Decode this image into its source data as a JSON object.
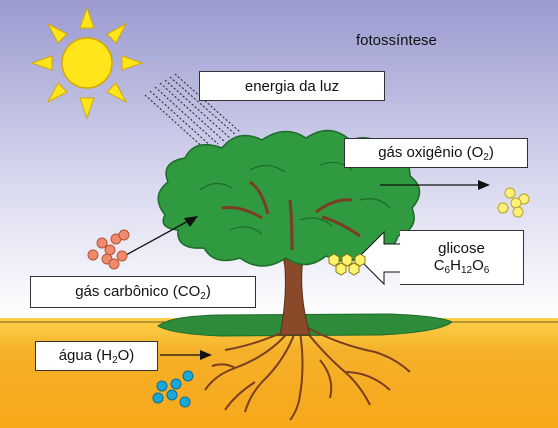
{
  "title": "fotossíntese",
  "labels": {
    "light": "energia da luz",
    "oxygen": {
      "text": "gás oxigênio (O",
      "sub": "2",
      "close": ")"
    },
    "glucose": {
      "line1": "glicose",
      "formula": [
        {
          "t": "C"
        },
        {
          "s": "6"
        },
        {
          "t": "H"
        },
        {
          "s": "12"
        },
        {
          "t": "O"
        },
        {
          "s": "6"
        }
      ]
    },
    "co2": {
      "text": "gás carbônico (CO",
      "sub": "2",
      "close": ")"
    },
    "water": {
      "pre": "água (H",
      "sub": "2",
      "post": "O)"
    }
  },
  "colors": {
    "sky_top": "#8d8dc8",
    "sky_bottom": "#ffffff",
    "soil": "#f3a71c",
    "grass": "#2e8b3a",
    "foliage": "#2e9a3e",
    "trunk": "#8a4a2a",
    "sun": "#ffe51a",
    "co2_molecule": "#f08a6a",
    "oxygen_molecule": "#fff07a",
    "glucose_molecule": "#fff36b",
    "water_molecule": "#19a9d8"
  }
}
